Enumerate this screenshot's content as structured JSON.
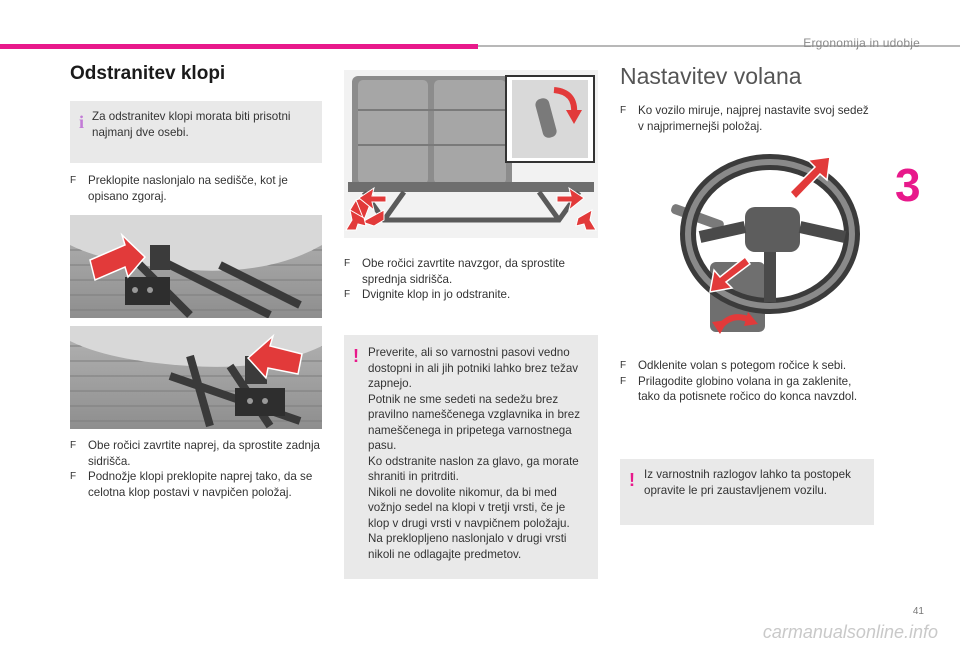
{
  "header": {
    "title": "Ergonomija in udobje",
    "chapter": "3"
  },
  "page": {
    "number": "41",
    "watermark": "carmanualsonline.info"
  },
  "section1": {
    "title": "Odstranitev klopi",
    "info_text": "Za odstranitev klopi morata biti prisotni najmanj dve osebi.",
    "step1": "Preklopite naslonjalo na sedišče, kot je opisano zgoraj.",
    "step2a": "Obe ročici zavrtite naprej, da sprostite zadnja sidrišča.",
    "step2b": "Podnožje klopi preklopite naprej tako, da se celotna klop postavi v navpičen položaj."
  },
  "section_mid": {
    "step3a": "Obe ročici zavrtite navzgor, da sprostite sprednja sidrišča.",
    "step3b": "Dvignite klop in jo odstranite.",
    "warning_lines": [
      "Preverite, ali so varnostni pasovi vedno dostopni in ali jih potniki lahko brez težav zapnejo.",
      "Potnik ne sme sedeti na sedežu brez pravilno nameščenega vzglavnika in brez nameščenega in pripetega varnostnega pasu.",
      "Ko odstranite naslon za glavo, ga morate shraniti in pritrditi.",
      "Nikoli ne dovolite nikomur, da bi med vožnjo sedel na klopi v tretji vrsti, če je klop v drugi vrsti v navpičnem položaju.",
      "Na preklopljeno naslonjalo v drugi vrsti nikoli ne odlagajte predmetov."
    ]
  },
  "section2": {
    "title": "Nastavitev volana",
    "step1": "Ko vozilo miruje, najprej nastavite svoj sedež v najprimernejši položaj.",
    "step2a": "Odklenite volan s potegom ročice k sebi.",
    "step2b": "Prilagodite globino volana in ga zaklenite, tako da potisnete ročico do konca navzdol.",
    "warning_text": "Iz varnostnih razlogov lahko ta postopek opravite le pri zaustavljenem vozilu."
  },
  "icons": {
    "bullet": "F",
    "info_mark": "i",
    "warn_mark": "!"
  },
  "colors": {
    "accent": "#e8198b",
    "arrow_red": "#e23a3a",
    "box_bg": "#e9e9e9"
  }
}
